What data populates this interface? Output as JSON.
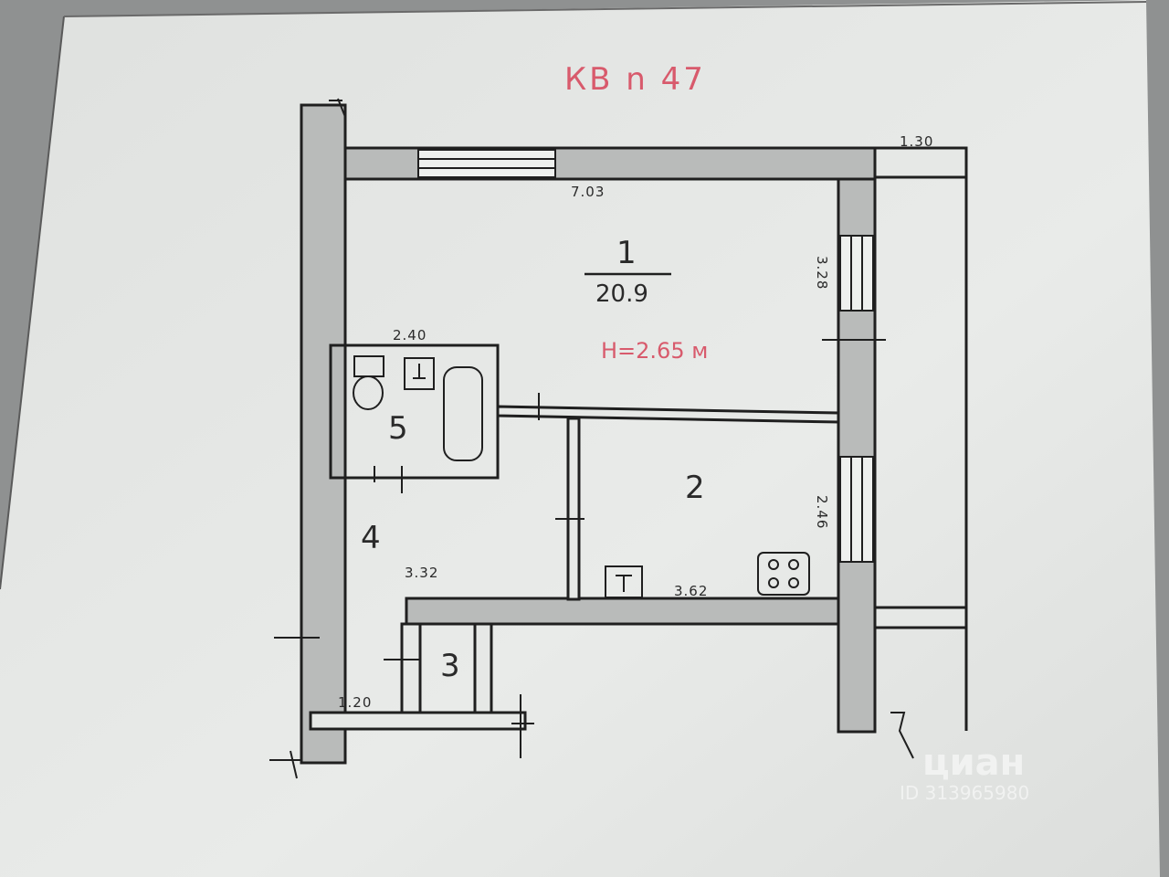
{
  "apartment": {
    "label": "КВ n 47"
  },
  "ceiling_height": "H=2.65 м",
  "rooms": [
    {
      "id": "1",
      "number": "1",
      "area": "20.9"
    },
    {
      "id": "2",
      "number": "2"
    },
    {
      "id": "3",
      "number": "3"
    },
    {
      "id": "4",
      "number": "4"
    },
    {
      "id": "5",
      "number": "5"
    }
  ],
  "dimensions": {
    "top_wall": "7.03",
    "corner": "1.30",
    "right_upper": "3.28",
    "bathroom_width": "2.40",
    "right_lower": "2.46",
    "hall": "3.32",
    "kitchen": "3.62",
    "bottom_left": "1.20"
  },
  "watermark": {
    "brand": "циан",
    "id_text": "ID 313965980"
  },
  "colors": {
    "paper": "#e6e8e6",
    "ink": "#1f1f1f",
    "wall_fill": "#b9bbba",
    "accent_red": "#d85a6c"
  }
}
